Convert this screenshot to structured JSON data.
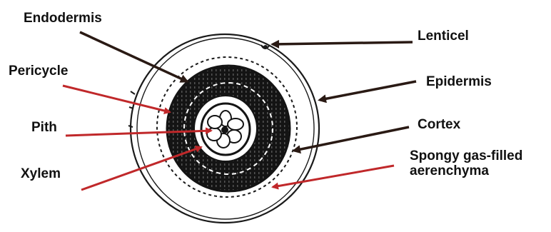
{
  "labels": {
    "endodermis": "Endodermis",
    "pericycle": "Pericycle",
    "pith": "Pith",
    "xylem": "Xylem",
    "lenticel": "Lenticel",
    "epidermis": "Epidermis",
    "cortex": "Cortex",
    "aerenchyma_line1": "Spongy gas-filled",
    "aerenchyma_line2": "aerenchyma"
  },
  "colors": {
    "left_arrows": "#c0282a",
    "right_arrows": "#2a1a14",
    "tissue": "#141414"
  }
}
